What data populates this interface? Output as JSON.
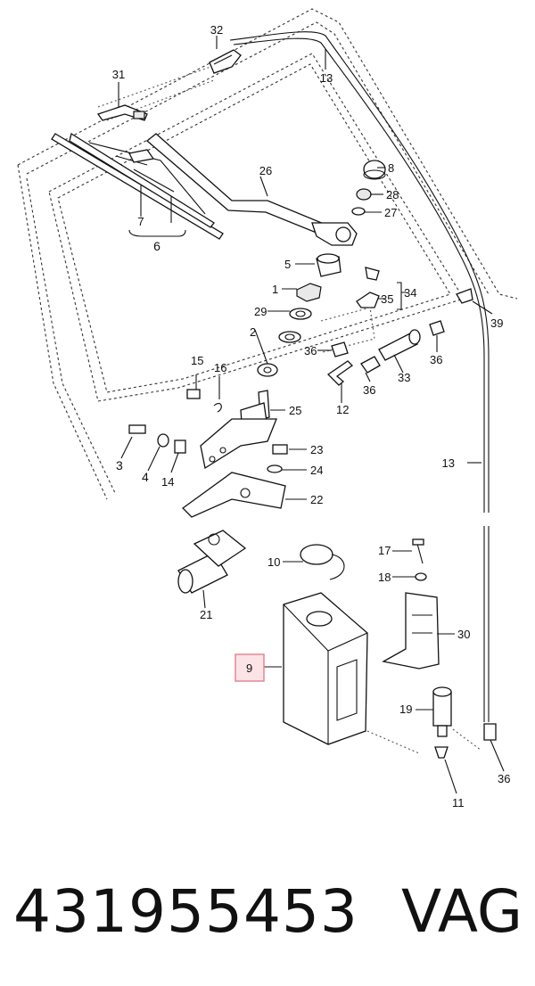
{
  "diagram": {
    "highlighted_callout": "9",
    "callouts": {
      "c1": "1",
      "c2": "2",
      "c3": "3",
      "c4": "4",
      "c5": "5",
      "c6": "6",
      "c7": "7",
      "c8": "8",
      "c9": "9",
      "c10": "10",
      "c11": "11",
      "c12": "12",
      "c13a": "13",
      "c13b": "13",
      "c14": "14",
      "c15": "15",
      "c16": "16",
      "c17": "17",
      "c18": "18",
      "c19": "19",
      "c21": "21",
      "c22": "22",
      "c23": "23",
      "c24": "24",
      "c25": "25",
      "c26": "26",
      "c27": "27",
      "c28": "28",
      "c29": "29",
      "c30": "30",
      "c31": "31",
      "c32": "32",
      "c33": "33",
      "c34": "34",
      "c35": "35",
      "c36a": "36",
      "c36b": "36",
      "c36c": "36",
      "c36d": "36",
      "c39": "39"
    },
    "highlight_color": "#e2808d"
  },
  "footer": {
    "part_number": "431955453",
    "brand": "VAG"
  }
}
